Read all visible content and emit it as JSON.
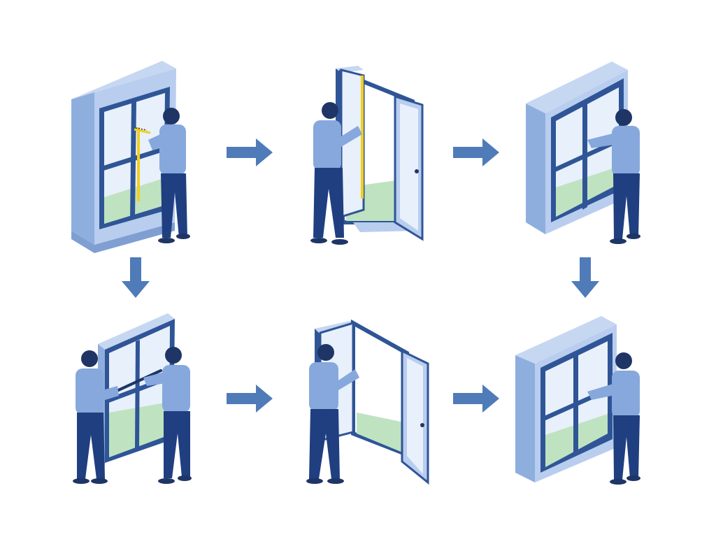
{
  "diagram": {
    "steps": [
      {
        "id": 1,
        "scene": "measure-window-opening",
        "figures": 1,
        "tool": "tape-measure"
      },
      {
        "id": 2,
        "scene": "fit-open-casement-frame",
        "figures": 1,
        "tool": "tape-measure"
      },
      {
        "id": 3,
        "scene": "secure-window-sash",
        "figures": 1,
        "tool": "hands"
      },
      {
        "id": 4,
        "scene": "two-person-frame-adjustment",
        "figures": 2,
        "tool": "pry-bar"
      },
      {
        "id": 5,
        "scene": "open-casement-alignment",
        "figures": 1,
        "tool": "hands"
      },
      {
        "id": 6,
        "scene": "finished-window-check",
        "figures": 1,
        "tool": "hands"
      }
    ],
    "arrows": [
      {
        "from": 1,
        "to": 2,
        "direction": "right"
      },
      {
        "from": 2,
        "to": 3,
        "direction": "right"
      },
      {
        "from": 1,
        "to": 4,
        "direction": "down"
      },
      {
        "from": 3,
        "to": 6,
        "direction": "down"
      },
      {
        "from": 4,
        "to": 5,
        "direction": "right"
      },
      {
        "from": 5,
        "to": 6,
        "direction": "right"
      }
    ]
  },
  "colors": {
    "background": "#ffffff",
    "frame_light": "#b9cdef",
    "frame_mid": "#8eaedd",
    "frame_dark": "#2f5597",
    "glass": "#e8f0fb",
    "grass": "#bfe3c0",
    "shirt": "#86a8dc",
    "pants": "#1f3f80",
    "hair": "#1e3566",
    "arrow": "#4f7bb8",
    "tape": "#f2cf1e"
  }
}
